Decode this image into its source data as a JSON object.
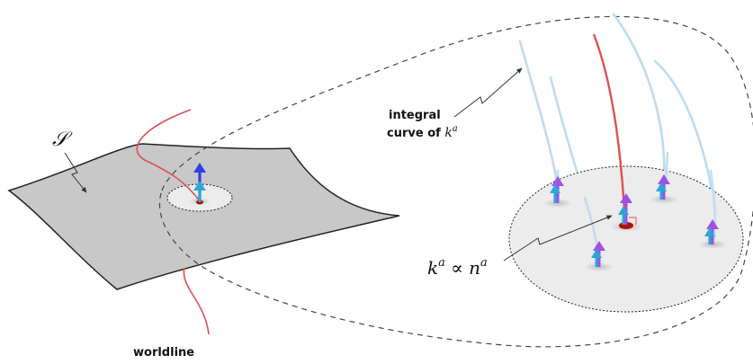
{
  "labels": {
    "surface": "𝒮",
    "integral_line1": "integral",
    "integral_line2_text": "curve of ",
    "integral_line2_math": "k",
    "integral_line2_sup": "a",
    "worldline": "worldline",
    "relation_k": "k",
    "relation_k_sup": "a",
    "relation_op": " ∝ ",
    "relation_n": "n",
    "relation_n_sup": "a"
  },
  "colors": {
    "surface_fill": "#c8c8c8",
    "disk_fill": "#ececec",
    "worldline": "#e05050",
    "integral_curves": "#bcdcf2",
    "arrow_cyan": "#29a8d8",
    "arrow_blue": "#2f40e0",
    "arrow_violet": "#a050e8",
    "event_point": "#b01000"
  }
}
